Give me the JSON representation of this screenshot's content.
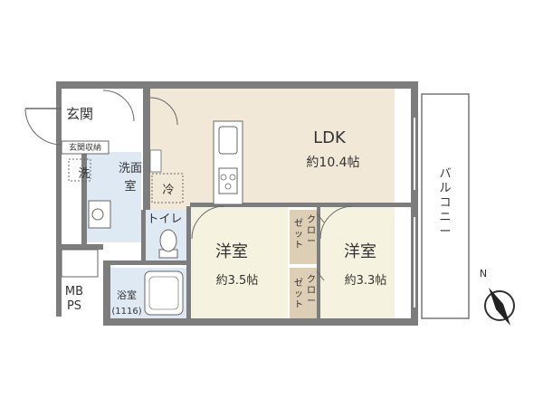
{
  "rooms": {
    "genkan": "玄関",
    "genkan_storage": "玄関収納",
    "laundry": "洗",
    "washroom": "洗面\n室",
    "fridge": "冷",
    "ldk": {
      "name": "LDK",
      "size": "約10.4帖"
    },
    "toilet": "トイレ",
    "bath": {
      "name": "浴室",
      "spec": "(1116)"
    },
    "western_left": {
      "name": "洋室",
      "size": "約3.5帖"
    },
    "western_right": {
      "name": "洋室",
      "size": "約3.3帖"
    },
    "closet1": "クロー\nゼット",
    "closet2": "クロー\nゼット",
    "balcony": "バルコニー",
    "mbps": "MB\nPS"
  },
  "compass": {
    "north_label": "N"
  },
  "colors": {
    "wall": "#7d7d7d",
    "ldk_floor": "#f2e8d8",
    "wet_floor": "#dfe9f4",
    "room_floor": "#f6f2e0",
    "closet": "#dccfb5",
    "white": "#ffffff"
  }
}
